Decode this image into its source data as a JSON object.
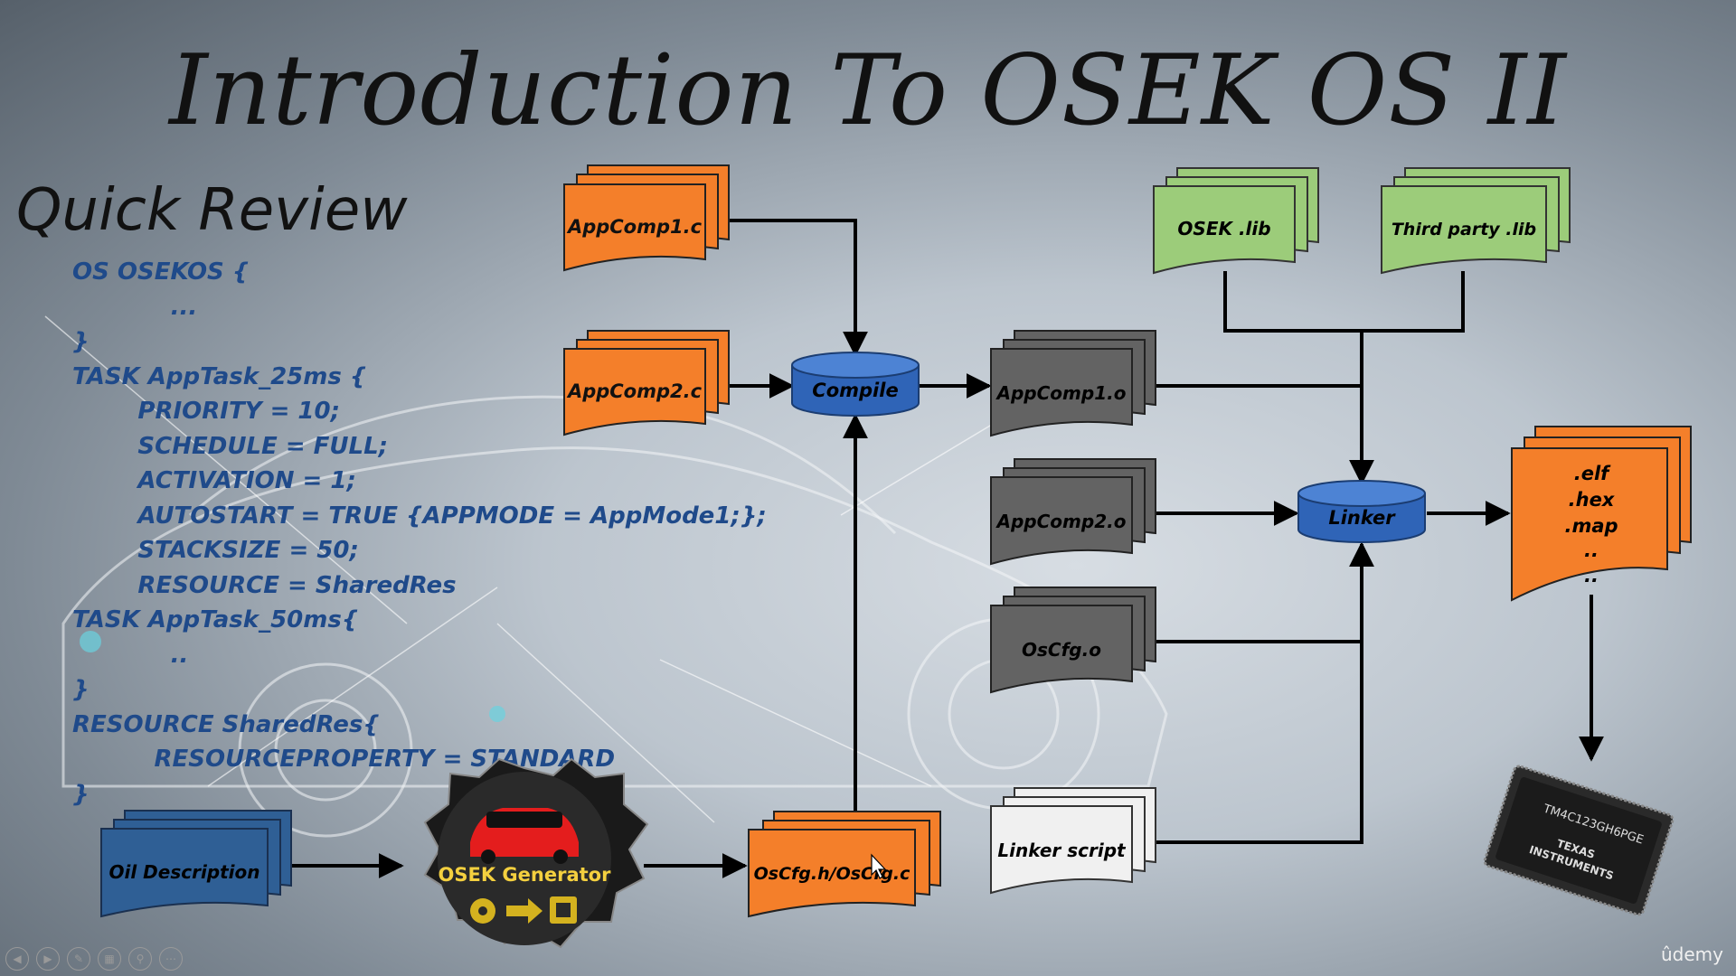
{
  "title": "Introduction To OSEK OS II",
  "subtitle": "Quick Review",
  "code_lines": [
    "OS OSEKOS {",
    "            ...",
    "}",
    "TASK AppTask_25ms {",
    "        PRIORITY = 10;",
    "        SCHEDULE = FULL;",
    "        ACTIVATION = 1;",
    "        AUTOSTART = TRUE {APPMODE = AppMode1;};",
    "        STACKSIZE = 50;",
    "        RESOURCE = SharedRes",
    "TASK AppTask_50ms{",
    "            ..",
    "}",
    "RESOURCE SharedRes{",
    "          RESOURCEPROPERTY = STANDARD",
    "}"
  ],
  "nodes": {
    "appcomp1_c": "AppComp1.c",
    "appcomp2_c": "AppComp2.c",
    "compile": "Compile",
    "appcomp1_o": "AppComp1.o",
    "appcomp2_o": "AppComp2.o",
    "oscfg_o": "OsCfg.o",
    "linker_script": "Linker script",
    "osek_lib": "OSEK .lib",
    "third_party_lib": "Third party .lib",
    "linker": "Linker",
    "outputs": [
      ".elf",
      ".hex",
      ".map",
      "..",
      ".."
    ],
    "oil_description": "Oil Description",
    "generator": "OSEK Generator",
    "oscfg_hc": "OsCfg.h/OsCfg.c",
    "chip": "TM4C123GH6PGE",
    "chip_brand_1": "TEXAS",
    "chip_brand_2": "INSTRUMENTS"
  },
  "colors": {
    "source": "#f47f2a",
    "object": "#636363",
    "library": "#9ccc7a",
    "oil": "#2f5f95",
    "cylinder": "#2f64b7",
    "script": "#f0f0f0",
    "code_text": "#1f4a8a"
  },
  "watermark": "ûdemy",
  "player_controls": [
    "prev-icon",
    "next-icon",
    "pen-icon",
    "grid-icon",
    "zoom-icon",
    "more-icon"
  ]
}
